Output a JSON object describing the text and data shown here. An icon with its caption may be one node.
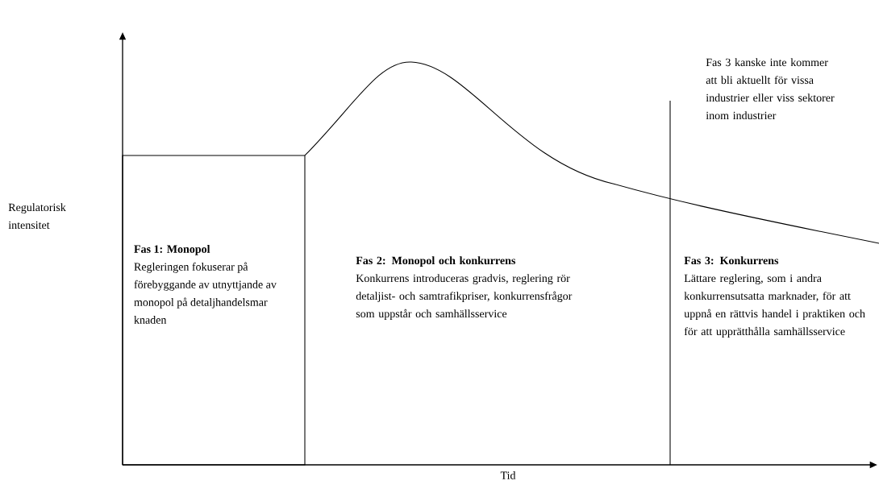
{
  "diagram": {
    "nodes": [
      {
        "text": [
          "Fas 1: Monopol",
          "Regleringen fokuserar på förebyggande av utnyttjande av monopol på detaljhandelsmar knaden"
        ]
      }
    ],
    "edges": [],
    "labels": [
      "Fas 3 kanske inte kommer att bli aktuellt för vissa industrier eller viss sektorer inom industrier",
      "Regulatorisk intensitet",
      "Fas 2: Monopol och konkurrens",
      "Konkurrens introduceras gradvis, reglering rör detaljist- och samtrafikpriser, konkurrensfrågor som uppstår och samhällsservice",
      "Fas 3: Konkurrens",
      "Lättare reglering, som i andra konkurrensutsatta marknader, för att uppnå en rättvis handel i praktiken och för att upprätthålla samhällsservice",
      "Tid"
    ]
  }
}
